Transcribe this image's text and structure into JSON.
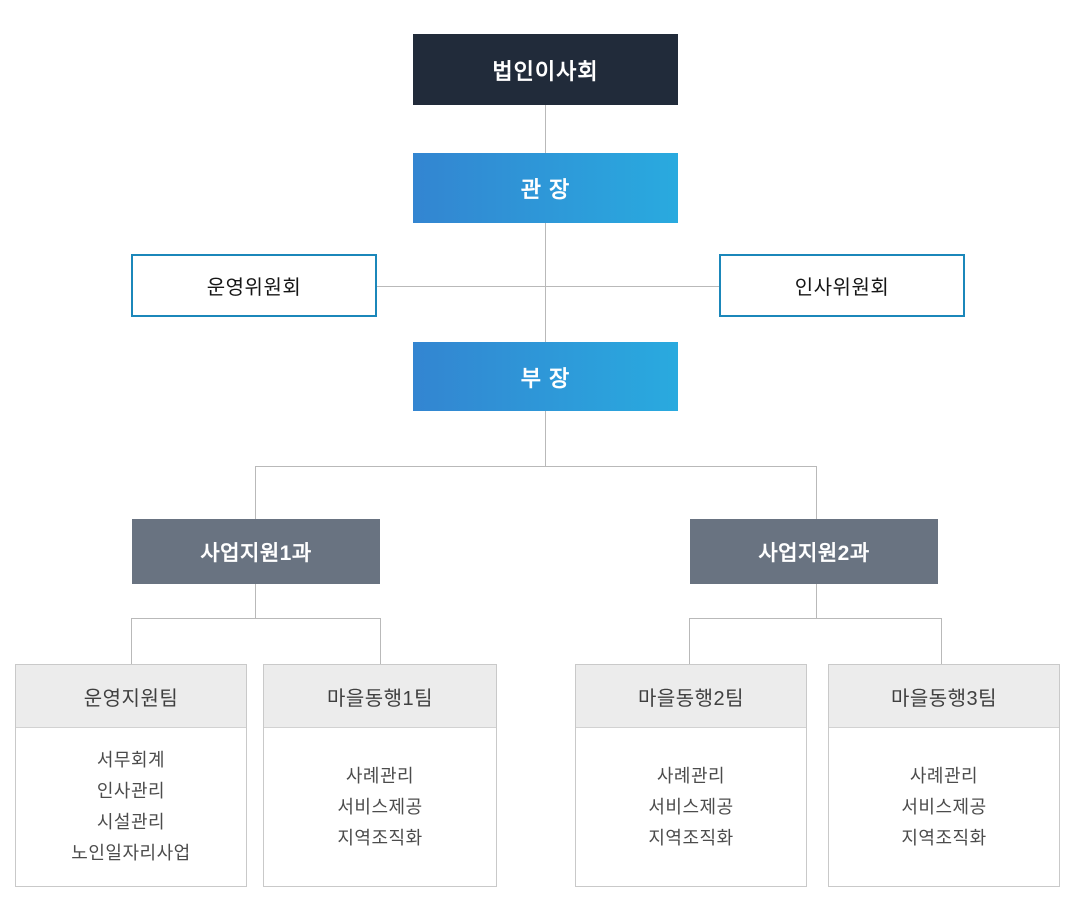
{
  "chart": {
    "board": {
      "label": "법인이사회"
    },
    "director": {
      "label": "관 장"
    },
    "committees": [
      {
        "label": "운영위원회"
      },
      {
        "label": "인사위원회"
      }
    ],
    "manager": {
      "label": "부 장"
    },
    "departments": [
      {
        "label": "사업지원1과"
      },
      {
        "label": "사업지원2과"
      }
    ],
    "teams": [
      {
        "title": "운영지원팀",
        "items": [
          "서무회계",
          "인사관리",
          "시설관리",
          "노인일자리사업"
        ]
      },
      {
        "title": "마을동행1팀",
        "items": [
          "사례관리",
          "서비스제공",
          "지역조직화"
        ]
      },
      {
        "title": "마을동행2팀",
        "items": [
          "사례관리",
          "서비스제공",
          "지역조직화"
        ]
      },
      {
        "title": "마을동행3팀",
        "items": [
          "사례관리",
          "서비스제공",
          "지역조직화"
        ]
      }
    ],
    "colors": {
      "board_bg": "#212b3a",
      "gradient_start": "#3385d1",
      "gradient_end": "#29aadf",
      "committee_border": "#1b87ba",
      "department_bg": "#697381",
      "connector": "#b9b9b9",
      "team_header_bg": "#ececec",
      "team_border": "#c9c9c9"
    }
  }
}
